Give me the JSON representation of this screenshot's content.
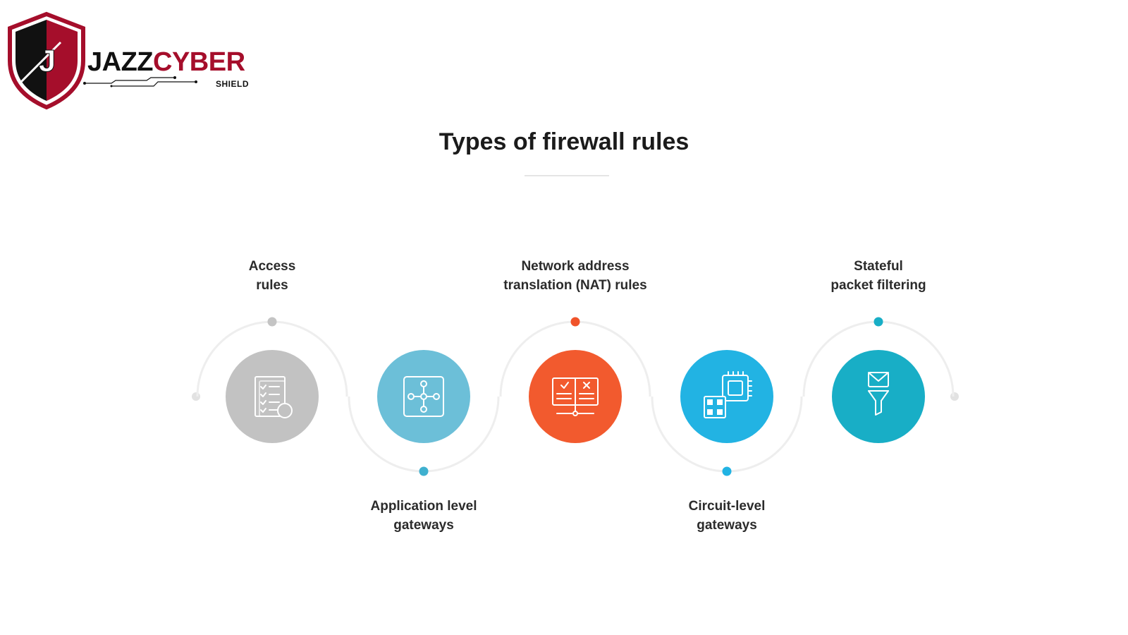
{
  "brand": {
    "monogram": "J",
    "name_part1": "JAZZ",
    "name_part2": "CYBER",
    "tagline": "SHIELD",
    "colors": {
      "dark": "#111111",
      "accent": "#a50e2b"
    }
  },
  "title": "Types of firewall rules",
  "colors": {
    "connector": "#eeeeee",
    "end_dot": "#e2e2e2"
  },
  "steps": [
    {
      "id": "access-rules",
      "label": "Access\nrules",
      "label_side": "top",
      "color": "#c2c2c2",
      "dot_color": "#c4c4c4",
      "icon": "checklist-icon"
    },
    {
      "id": "application-level-gateways",
      "label": "Application level\ngateways",
      "label_side": "bottom",
      "color": "#6cbfd8",
      "dot_color": "#3fb0cf",
      "icon": "network-nodes-icon"
    },
    {
      "id": "nat-rules",
      "label": "Network address\ntranslation (NAT) rules",
      "label_side": "top",
      "color": "#f25a2e",
      "dot_color": "#f0532a",
      "icon": "rule-board-icon"
    },
    {
      "id": "circuit-level-gateways",
      "label": "Circuit-level\ngateways",
      "label_side": "bottom",
      "color": "#22b3e3",
      "dot_color": "#22b3e3",
      "icon": "chip-icon"
    },
    {
      "id": "stateful-packet-filtering",
      "label": "Stateful\npacket filtering",
      "label_side": "top",
      "color": "#18aec6",
      "dot_color": "#18aec6",
      "icon": "mail-filter-icon"
    }
  ]
}
